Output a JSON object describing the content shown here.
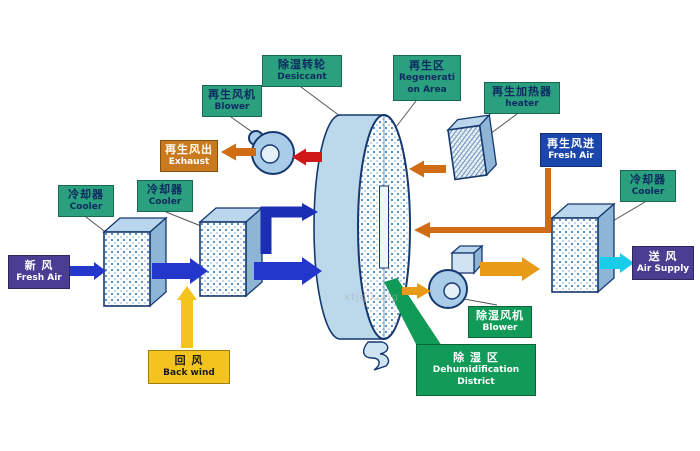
{
  "labels": {
    "fresh_air_in": {
      "zh": "新  风",
      "en": "Fresh Air"
    },
    "cooler1": {
      "zh": "冷却器",
      "en": "Cooler"
    },
    "cooler2": {
      "zh": "冷却器",
      "en": "Cooler"
    },
    "back_wind": {
      "zh": "回  风",
      "en": "Back wind"
    },
    "regen_blower": {
      "zh": "再生风机",
      "en": "Blower"
    },
    "exhaust": {
      "zh": "再生风出",
      "en": "Exhaust"
    },
    "desiccant": {
      "zh": "除湿转轮",
      "en": "Desiccant"
    },
    "regen_area": {
      "zh": "再生区",
      "en1": "Regenerati",
      "en2": "on Area"
    },
    "heater": {
      "zh": "再生加热器",
      "en": "heater"
    },
    "regen_fresh_air": {
      "zh": "再生风进",
      "en": "Fresh Air"
    },
    "cooler3": {
      "zh": "冷却器",
      "en": "Cooler"
    },
    "air_supply": {
      "zh": "送  风",
      "en": "Air Supply"
    },
    "dehumid_blower": {
      "zh": "除湿风机",
      "en": "Blower"
    },
    "dehumid_district": {
      "zh": "除 湿 区",
      "en1": "Dehumidification",
      "en2": "District"
    }
  },
  "watermark": "xtjqikong",
  "colors": {
    "teal-label": "#2aa07e",
    "purple-label": "#4a3d92",
    "blue-label": "#1b47ad",
    "orange-label": "#c97a1e",
    "yellow-label": "#f2c41d",
    "green-label": "#119a58",
    "label-navy": "#0e2a60",
    "arrow-blue": "#2337cc",
    "arrow-dark-blue": "#1b2fb4",
    "arrow-yellow": "#f2c41d",
    "arrow-red": "#cf1717",
    "arrow-orange": "#cf6c14",
    "arrow-amber": "#e89b16",
    "arrow-cyan": "#19cdea",
    "box-outline": "#15386e",
    "box-top": "#b9d6ec",
    "box-side": "#8fb5d6",
    "wheel-body": "#bcd9ec",
    "wedge-green": "#0f9b55"
  }
}
